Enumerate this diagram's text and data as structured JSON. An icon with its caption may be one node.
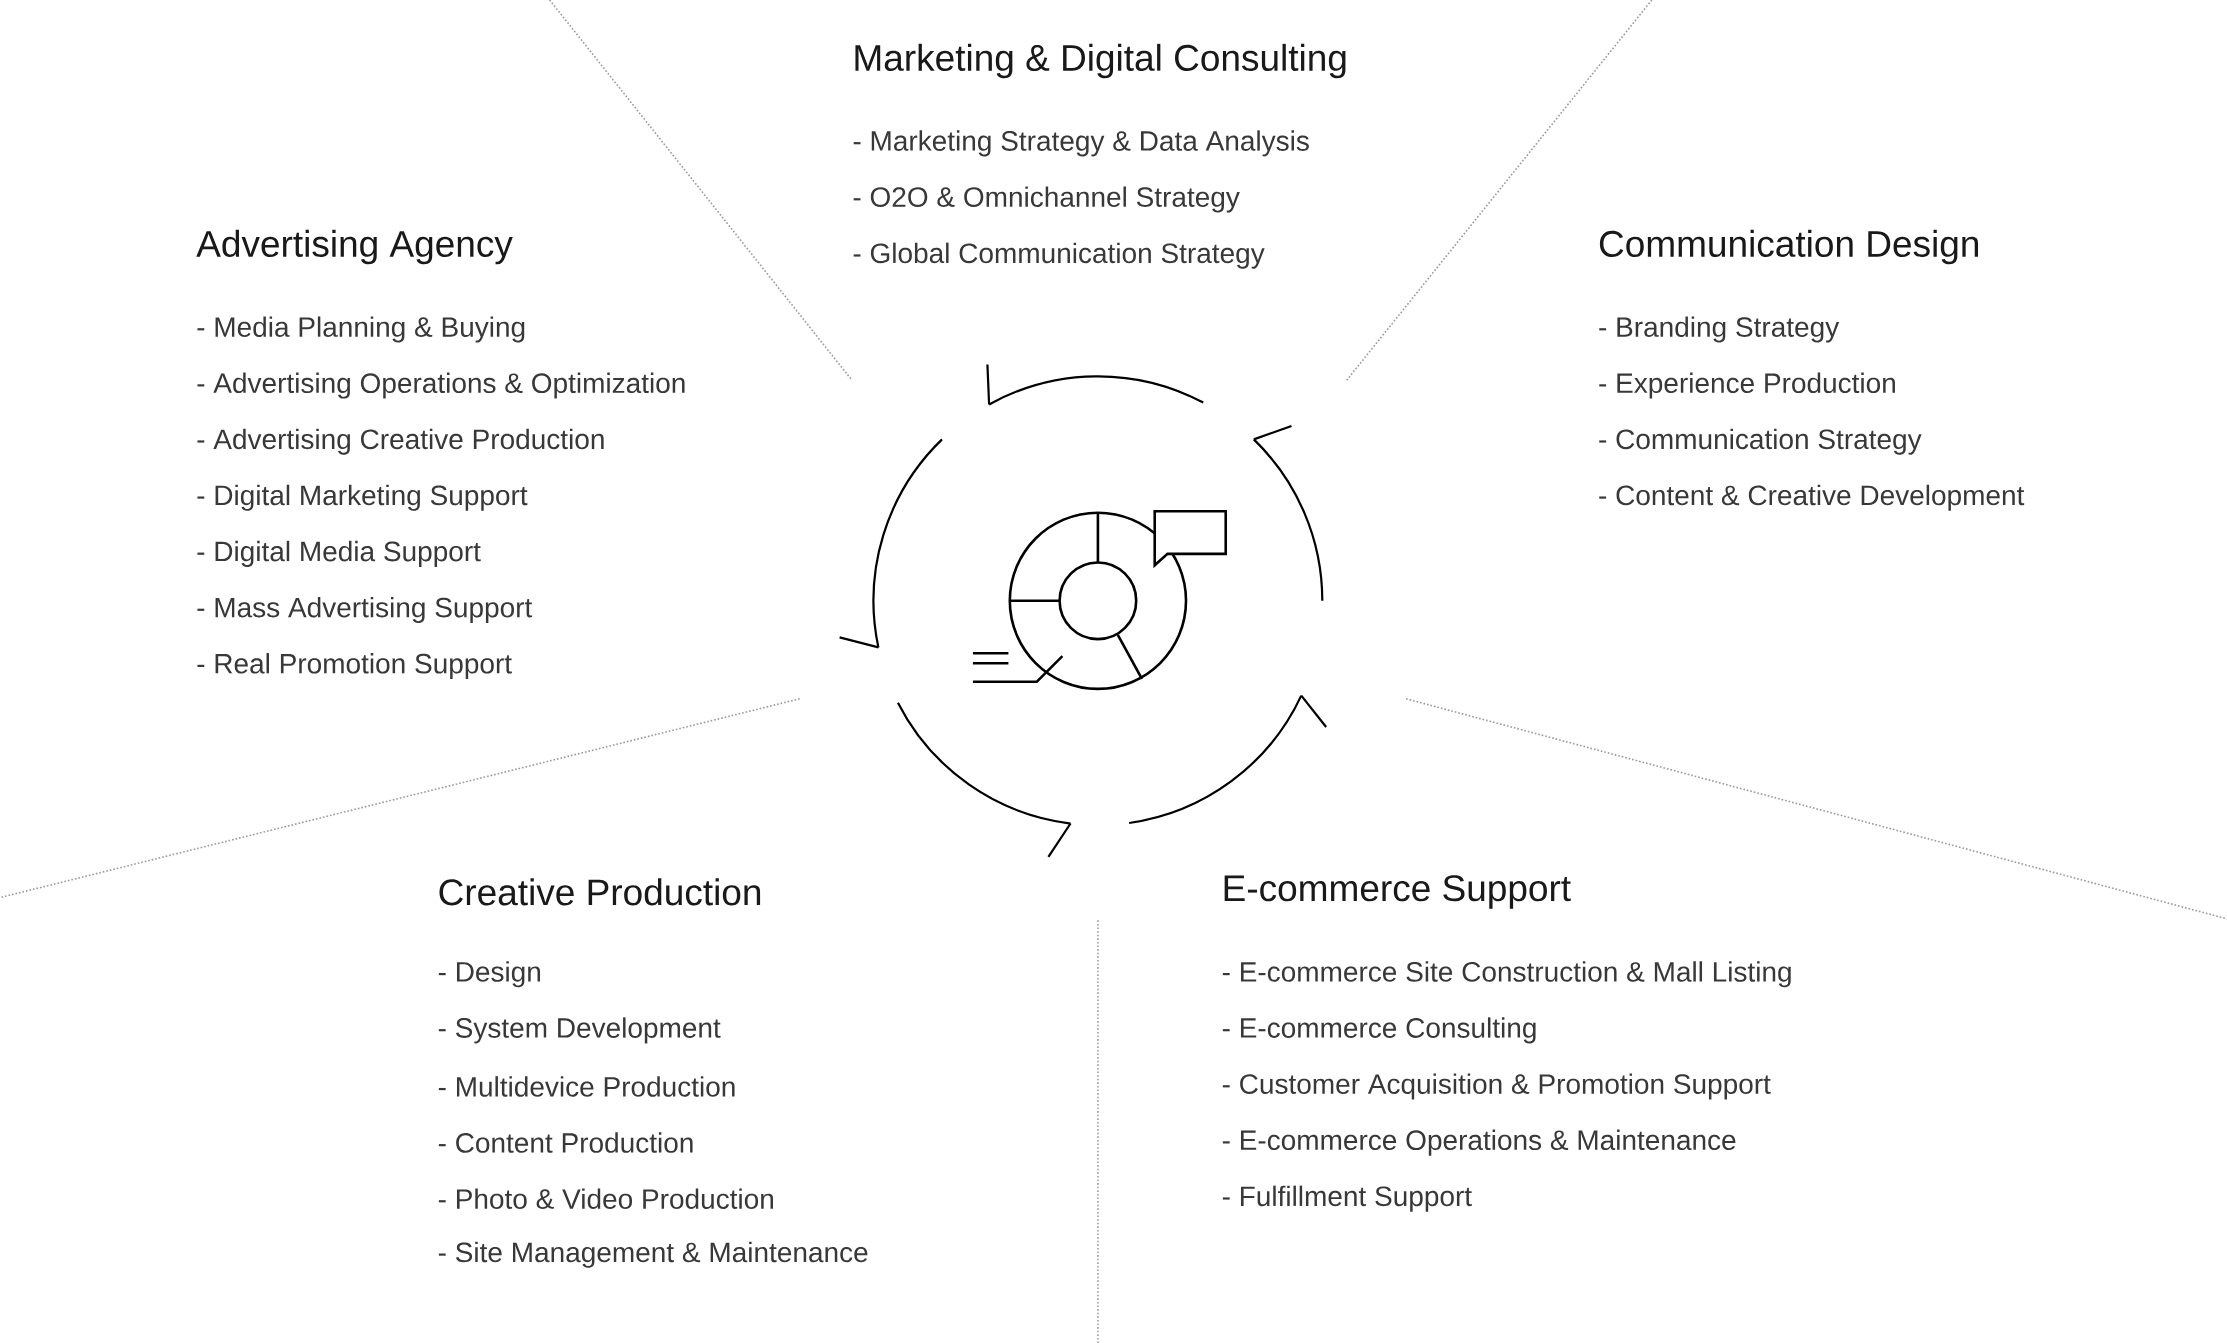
{
  "diagram": {
    "labels": [
      "Marketing & Digital Consulting",
      "- Marketing Strategy & Data Analysis",
      "- O2O & Omnichannel Strategy",
      "- Global Communication Strategy",
      "Advertising Agency",
      "- Media Planning & Buying",
      "- Advertising Operations & Optimization",
      "- Advertising Creative Production",
      "- Digital Marketing Support",
      "- Digital Media Support",
      "- Mass Advertising Support",
      "- Real Promotion Support",
      "Communication Design",
      "- Branding Strategy",
      "- Experience Production",
      "- Communication Strategy",
      "- Content & Creative Development",
      "Creative Production",
      "- Design",
      "- System Development",
      "- Multidevice Production",
      "- Content Production",
      "- Photo & Video Production",
      "- Site Management & Maintenance",
      "E-commerce Support",
      "- E-commerce Site Construction & Mall Listing",
      "- E-commerce Consulting",
      "- Customer Acquisition & Promotion Support",
      "- E-commerce Operations & Maintenance",
      "- Fulfillment Support"
    ]
  }
}
